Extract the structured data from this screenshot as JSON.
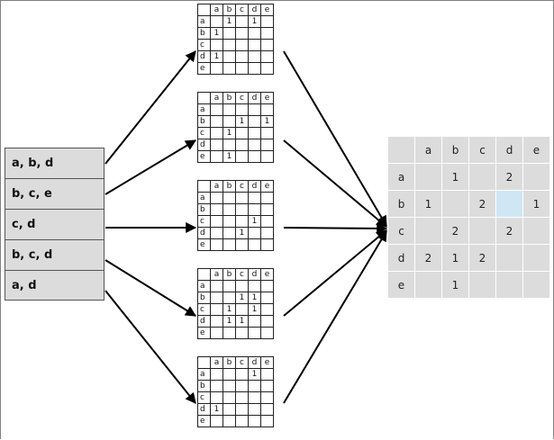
{
  "transactions": [
    "a, b, d",
    "b, c, e",
    "c, d",
    "b, c, d",
    "a, d"
  ],
  "matrix_labels": [
    "a",
    "b",
    "c",
    "d",
    "e"
  ],
  "mini_matrices": [
    [
      [
        "",
        "1",
        "",
        "1",
        ""
      ],
      [
        "1",
        "",
        "",
        "",
        ""
      ],
      [
        "",
        "",
        "",
        "",
        ""
      ],
      [
        "1",
        "",
        "",
        "",
        ""
      ],
      [
        "",
        "",
        "",
        "",
        ""
      ]
    ],
    [
      [
        "",
        "",
        "",
        "",
        ""
      ],
      [
        "",
        "",
        "1",
        "",
        "1"
      ],
      [
        "",
        "1",
        "",
        "",
        ""
      ],
      [
        "",
        "",
        "",
        "",
        ""
      ],
      [
        "",
        "1",
        "",
        "",
        ""
      ]
    ],
    [
      [
        "",
        "",
        "",
        "",
        ""
      ],
      [
        "",
        "",
        "",
        "",
        ""
      ],
      [
        "",
        "",
        "",
        "1",
        ""
      ],
      [
        "",
        "",
        "1",
        "",
        ""
      ],
      [
        "",
        "",
        "",
        "",
        ""
      ]
    ],
    [
      [
        "",
        "",
        "",
        "",
        ""
      ],
      [
        "",
        "",
        "1",
        "1",
        ""
      ],
      [
        "",
        "1",
        "",
        "1",
        ""
      ],
      [
        "",
        "1",
        "1",
        "",
        ""
      ],
      [
        "",
        "",
        "",
        "",
        ""
      ]
    ],
    [
      [
        "",
        "",
        "",
        "1",
        ""
      ],
      [
        "",
        "",
        "",
        "",
        ""
      ],
      [
        "",
        "",
        "",
        "",
        ""
      ],
      [
        "1",
        "",
        "",
        "",
        ""
      ],
      [
        "",
        "",
        "",
        "",
        ""
      ]
    ]
  ],
  "result_matrix": [
    [
      "",
      "1",
      "",
      "2",
      ""
    ],
    [
      "1",
      "",
      "2",
      "",
      "1"
    ],
    [
      "",
      "2",
      "",
      "2",
      ""
    ],
    [
      "2",
      "1",
      "2",
      "",
      ""
    ],
    [
      "",
      "1",
      "",
      "",
      ""
    ]
  ],
  "colors": {
    "cell_fill": "#dcdcdc",
    "highlight": "#cfe6f5",
    "line": "#000000"
  }
}
